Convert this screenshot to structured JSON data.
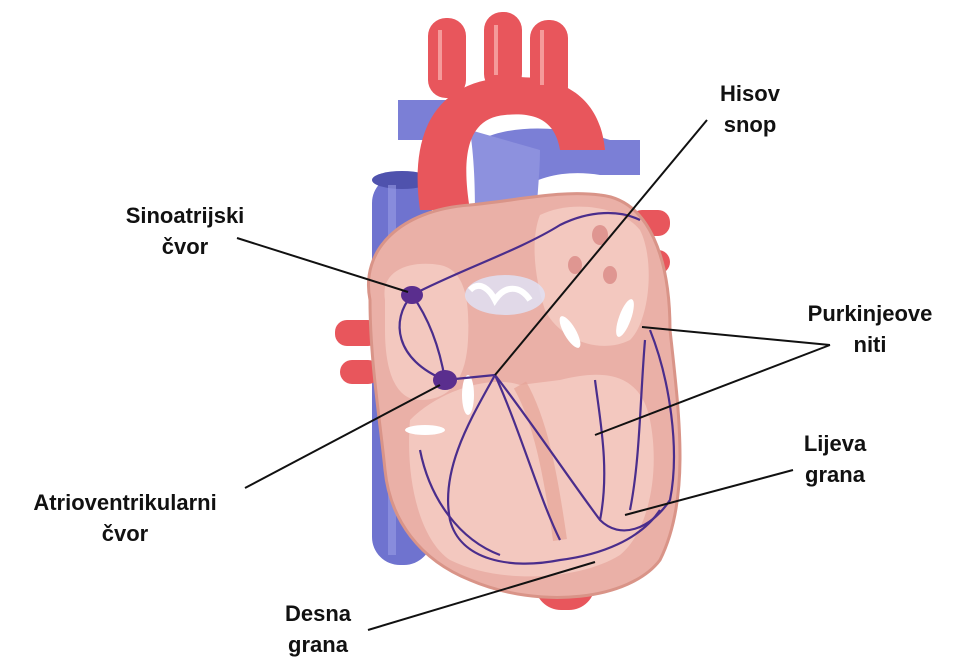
{
  "labels": {
    "sinoatrial": [
      "Sinoatrijski",
      "čvor"
    ],
    "atrioventricular": [
      "Atrioventrikularni",
      "čvor"
    ],
    "his_bundle": [
      "Hisov",
      "snop"
    ],
    "purkinje": [
      "Purkinjeove",
      "niti"
    ],
    "left_branch": [
      "Lijeva",
      "grana"
    ],
    "right_branch": [
      "Desna",
      "grana"
    ]
  },
  "colors": {
    "artery": "#e8565c",
    "vein": "#7b7fd6",
    "muscle": "#eab0a7",
    "chamber": "#f3c8bf",
    "conduction": "#4a2d8c",
    "node": "#5a2e8e",
    "leader_line": "#111111"
  }
}
